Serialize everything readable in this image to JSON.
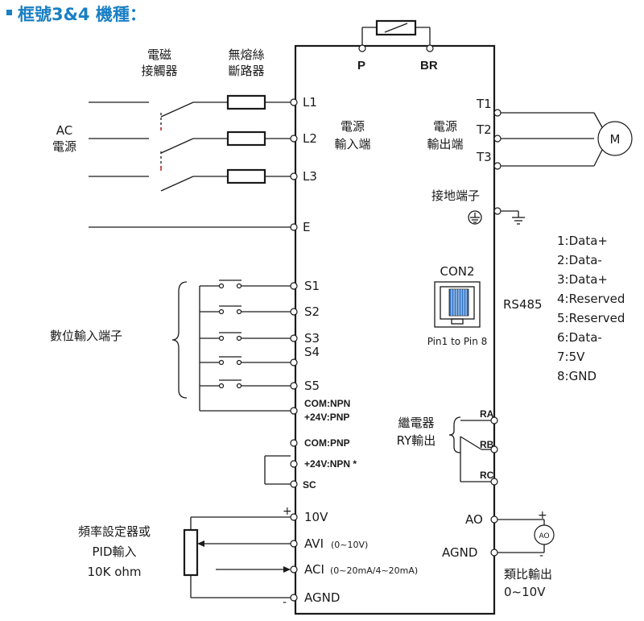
{
  "title": "框號3&4 機種：",
  "brake": {
    "p": "P",
    "br": "BR"
  },
  "labels": {
    "contactor_l1": "電磁",
    "contactor_l2": "接觸器",
    "breaker_l1": "無熔絲",
    "breaker_l2": "斷路器",
    "ac_l1": "AC",
    "ac_l2": "電源",
    "input_l1": "電源",
    "input_l2": "輸入端",
    "output_l1": "電源",
    "output_l2": "輸出端",
    "ground": "接地端子",
    "digital_input": "數位輸入端子",
    "relay_l1": "繼電器",
    "relay_l2": "RY輸出",
    "freq_l1": "頻率設定器或",
    "freq_l2": "PID輸入",
    "freq_l3": "10K ohm",
    "analog_out_l1": "類比輸出",
    "analog_out_l2": "0~10V",
    "motor": "M",
    "meter": "AO",
    "con2": "CON2",
    "rs485": "RS485",
    "pin": "Pin1 to Pin 8",
    "plus": "+",
    "minus": "-"
  },
  "terminals": {
    "l1": "L1",
    "l2": "L2",
    "l3": "L3",
    "e": "E",
    "t1": "T1",
    "t2": "T2",
    "t3": "T3",
    "s1": "S1",
    "s2": "S2",
    "s3": "S3",
    "s4": "S4",
    "s5": "S5",
    "com_npn": "COM:NPN",
    "v24_pnp": "+24V:PNP",
    "com_pnp": "COM:PNP",
    "v24_npn": "+24V:NPN *",
    "sc": "SC",
    "ra": "RA",
    "rb": "RB",
    "rc": "RC",
    "v10": "10V",
    "avi": "AVI",
    "avi_range": "(0~10V)",
    "aci": "ACI",
    "aci_range": "(0~20mA/4~20mA)",
    "agnd": "AGND",
    "ao": "AO",
    "agnd_r": "AGND"
  },
  "pins": [
    "1:Data+",
    "2:Data-",
    "3:Data+",
    "4:Reserved",
    "5:Reserved",
    "6:Data-",
    "7:5V",
    "8:GND"
  ],
  "colors": {
    "title": "#1a7fc4",
    "connector_blue": "#2f72c4",
    "wire": "#1a1a1a",
    "contact_red": "#c83232"
  }
}
